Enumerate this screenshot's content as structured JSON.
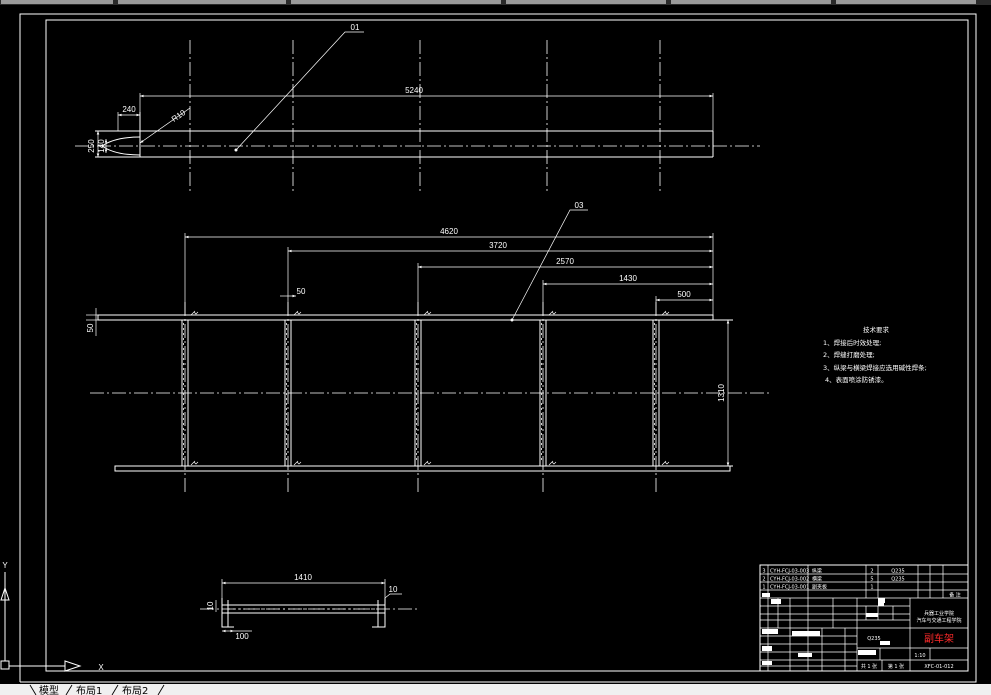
{
  "app": {
    "layout_tabs": [
      "模型",
      "布局1",
      "布局2"
    ]
  },
  "colors": {
    "background": "#000000",
    "line": "#ffffff",
    "title_red": "#ff2a2a",
    "tab_bar": "#f0f0f0"
  },
  "ucs": {
    "x_label": "X",
    "y_label": "Y"
  },
  "part_01": {
    "leader": "01",
    "dims": {
      "length": "5240",
      "nose_length": "240",
      "radius": "R10",
      "height": "250",
      "inner_height": "140"
    }
  },
  "part_03": {
    "leader": "03",
    "dims": {
      "d1": "4620",
      "d2": "3720",
      "d3": "2570",
      "d4": "1430",
      "d5": "500",
      "post_width": "50",
      "rail_height": "50",
      "height": "1310"
    }
  },
  "section": {
    "dims": {
      "length": "1410",
      "right_thickness": "10",
      "left_thickness": "10",
      "flange": "100"
    }
  },
  "tech_requirements": {
    "title": "技术要求",
    "items": [
      "1、焊接后时效处理;",
      "2、焊缝打磨处理;",
      "3、纵梁与横梁焊接应选用碱性焊条;",
      "4、表面喷涂防锈漆。"
    ]
  },
  "title_block": {
    "parts": [
      {
        "no": "3",
        "code": "CYH-FCJ-03-003",
        "name": "纵梁",
        "qty": "2",
        "material": "Q235"
      },
      {
        "no": "2",
        "code": "CYH-FCJ-03-002",
        "name": "横梁",
        "qty": "5",
        "material": "Q235"
      },
      {
        "no": "1",
        "code": "CYH-FCJ-03-001",
        "name": "副夹板",
        "qty": "1"
      }
    ],
    "remark_header": "备 注",
    "material": "Q235",
    "drawing_name": "副车架",
    "school": [
      "兵器工业学院",
      "汽车与交通工程学院"
    ],
    "scale": "1:10",
    "sheet_total": "共 1 张",
    "sheet_no": "第 1 张",
    "drawing_no": "XFC-01-012"
  }
}
